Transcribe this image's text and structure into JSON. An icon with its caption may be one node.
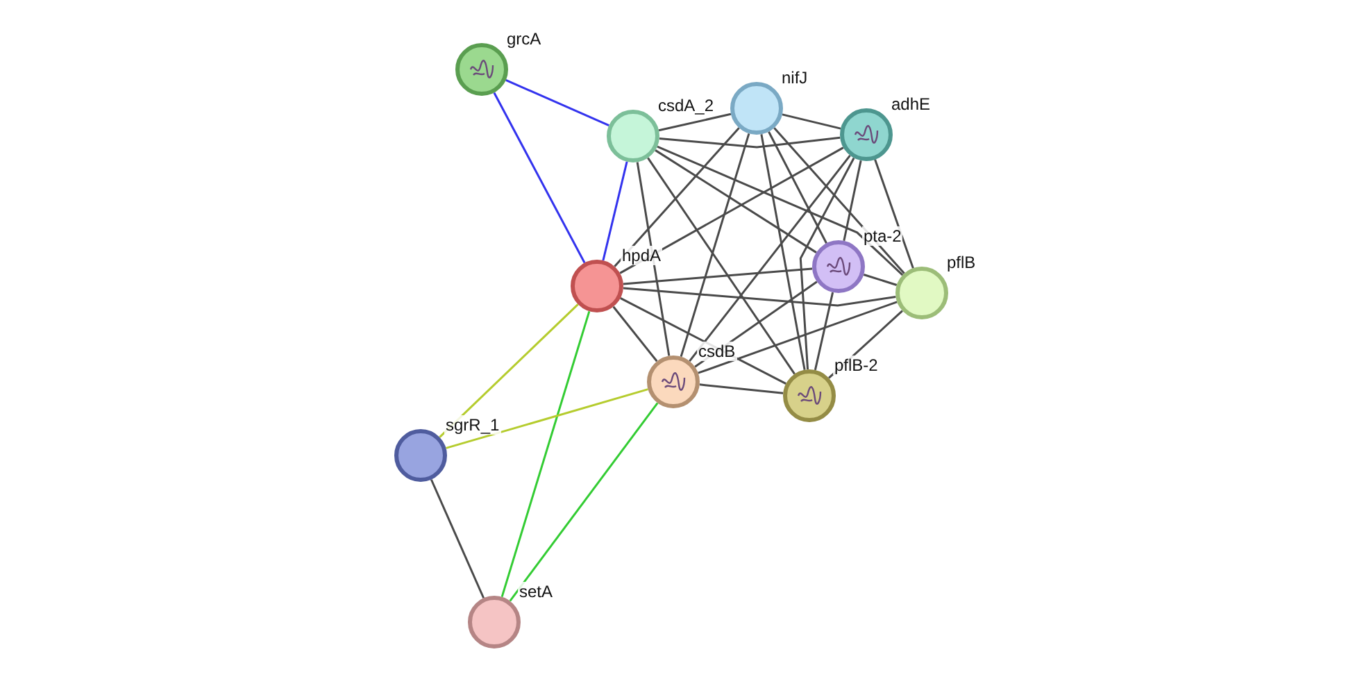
{
  "diagram": {
    "nodes": [
      {
        "text": [],
        "shape": "circle",
        "beside": [
          "grcA"
        ]
      },
      {
        "text": [],
        "shape": "circle",
        "beside": [
          "nifJ"
        ]
      },
      {
        "text": [],
        "shape": "circle",
        "beside": [
          "csdA_2"
        ]
      },
      {
        "text": [],
        "shape": "circle",
        "beside": [
          "adhE"
        ]
      },
      {
        "text": [],
        "shape": "circle",
        "beside": [
          "pta-2"
        ]
      },
      {
        "text": [],
        "shape": "circle",
        "beside": [
          "hpdA"
        ]
      },
      {
        "text": [],
        "shape": "circle",
        "beside": [
          "pflB"
        ]
      },
      {
        "text": [],
        "shape": "circle",
        "beside": [
          "csdB"
        ]
      },
      {
        "text": [],
        "shape": "circle",
        "beside": [
          "pflB-2"
        ]
      },
      {
        "text": [],
        "shape": "circle",
        "beside": [
          "sgrR_1"
        ]
      },
      {
        "text": [],
        "shape": "circle",
        "beside": [
          "setA"
        ]
      }
    ],
    "edges": [
      {
        "from": 0,
        "to": 2,
        "arrow": "none",
        "color": "#3333ee"
      },
      {
        "from": 0,
        "to": 5,
        "arrow": "none",
        "color": "#3333ee"
      },
      {
        "from": 5,
        "to": 2,
        "arrow": "none",
        "color": "#3333ee"
      },
      {
        "from": 2,
        "to": 1,
        "arrow": "none"
      },
      {
        "from": 2,
        "to": 3,
        "arrow": "none"
      },
      {
        "from": 2,
        "to": 4,
        "arrow": "none"
      },
      {
        "from": 2,
        "to": 6,
        "arrow": "none"
      },
      {
        "from": 2,
        "to": 7,
        "arrow": "none"
      },
      {
        "from": 2,
        "to": 8,
        "arrow": "none"
      },
      {
        "from": 1,
        "to": 3,
        "arrow": "none"
      },
      {
        "from": 1,
        "to": 4,
        "arrow": "none"
      },
      {
        "from": 1,
        "to": 5,
        "arrow": "none"
      },
      {
        "from": 1,
        "to": 6,
        "arrow": "none"
      },
      {
        "from": 1,
        "to": 7,
        "arrow": "none"
      },
      {
        "from": 1,
        "to": 8,
        "arrow": "none"
      },
      {
        "from": 3,
        "to": 4,
        "arrow": "none"
      },
      {
        "from": 3,
        "to": 5,
        "arrow": "none"
      },
      {
        "from": 3,
        "to": 6,
        "arrow": "none"
      },
      {
        "from": 3,
        "to": 7,
        "arrow": "none"
      },
      {
        "from": 3,
        "to": 8,
        "arrow": "none"
      },
      {
        "from": 4,
        "to": 5,
        "arrow": "none"
      },
      {
        "from": 4,
        "to": 6,
        "arrow": "none"
      },
      {
        "from": 4,
        "to": 7,
        "arrow": "none"
      },
      {
        "from": 4,
        "to": 8,
        "arrow": "none"
      },
      {
        "from": 5,
        "to": 6,
        "arrow": "none"
      },
      {
        "from": 5,
        "to": 7,
        "arrow": "none"
      },
      {
        "from": 5,
        "to": 8,
        "arrow": "none"
      },
      {
        "from": 6,
        "to": 7,
        "arrow": "none"
      },
      {
        "from": 6,
        "to": 8,
        "arrow": "none"
      },
      {
        "from": 7,
        "to": 8,
        "arrow": "none"
      },
      {
        "from": 5,
        "to": 9,
        "arrow": "none",
        "color": "#b5cc2e"
      },
      {
        "from": 5,
        "to": 10,
        "arrow": "none",
        "color": "#33cc33"
      },
      {
        "from": 7,
        "to": 9,
        "arrow": "none",
        "color": "#b5cc2e"
      },
      {
        "from": 7,
        "to": 10,
        "arrow": "none",
        "color": "#33cc33"
      },
      {
        "from": 9,
        "to": 10,
        "arrow": "none"
      }
    ]
  }
}
